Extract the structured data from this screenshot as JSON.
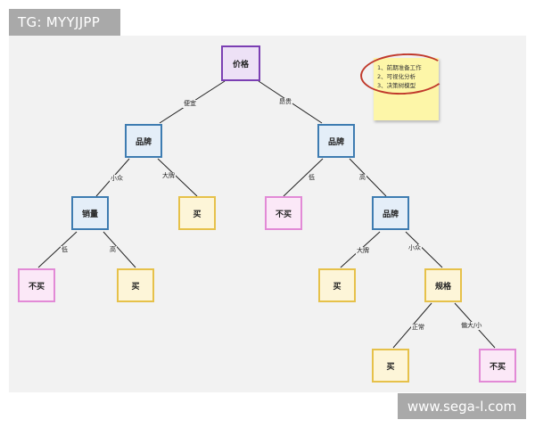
{
  "watermarks": {
    "top_left": "TG: MYYJJPP",
    "bottom_right": "www.sega-l.com"
  },
  "tree": {
    "root": "价格",
    "nodes": {
      "n_price": "价格",
      "n_brand_l": "品牌",
      "n_brand_r": "品牌",
      "n_sales": "销量",
      "n_buy_1": "买",
      "n_nobuy_1": "不买",
      "n_brand_rr": "品牌",
      "n_nobuy_2": "不买",
      "n_buy_2": "买",
      "n_buy_3": "买",
      "n_spec": "规格",
      "n_buy_4": "买",
      "n_nobuy_3": "不买"
    },
    "edge_labels": {
      "cheap": "便宜",
      "expensive": "昂贵",
      "niche_1": "小众",
      "bigbrand_1": "大牌",
      "low_1": "低",
      "high_1": "高",
      "low_2": "低",
      "high_2": "高",
      "bigbrand_2": "大牌",
      "niche_2": "小众",
      "normal": "正常",
      "oversize": "偏大/小"
    }
  },
  "sticky_note": {
    "items": [
      "1、前期准备工作",
      "2、可视化分析",
      "3、决策树模型"
    ]
  },
  "colors": {
    "root_border": "#7b3fb3",
    "attribute_border": "#3e7cb1",
    "buy_border": "#e6c14a",
    "nobuy_border": "#e28ad6",
    "edge": "#222222",
    "annotation": "#c0392b"
  }
}
